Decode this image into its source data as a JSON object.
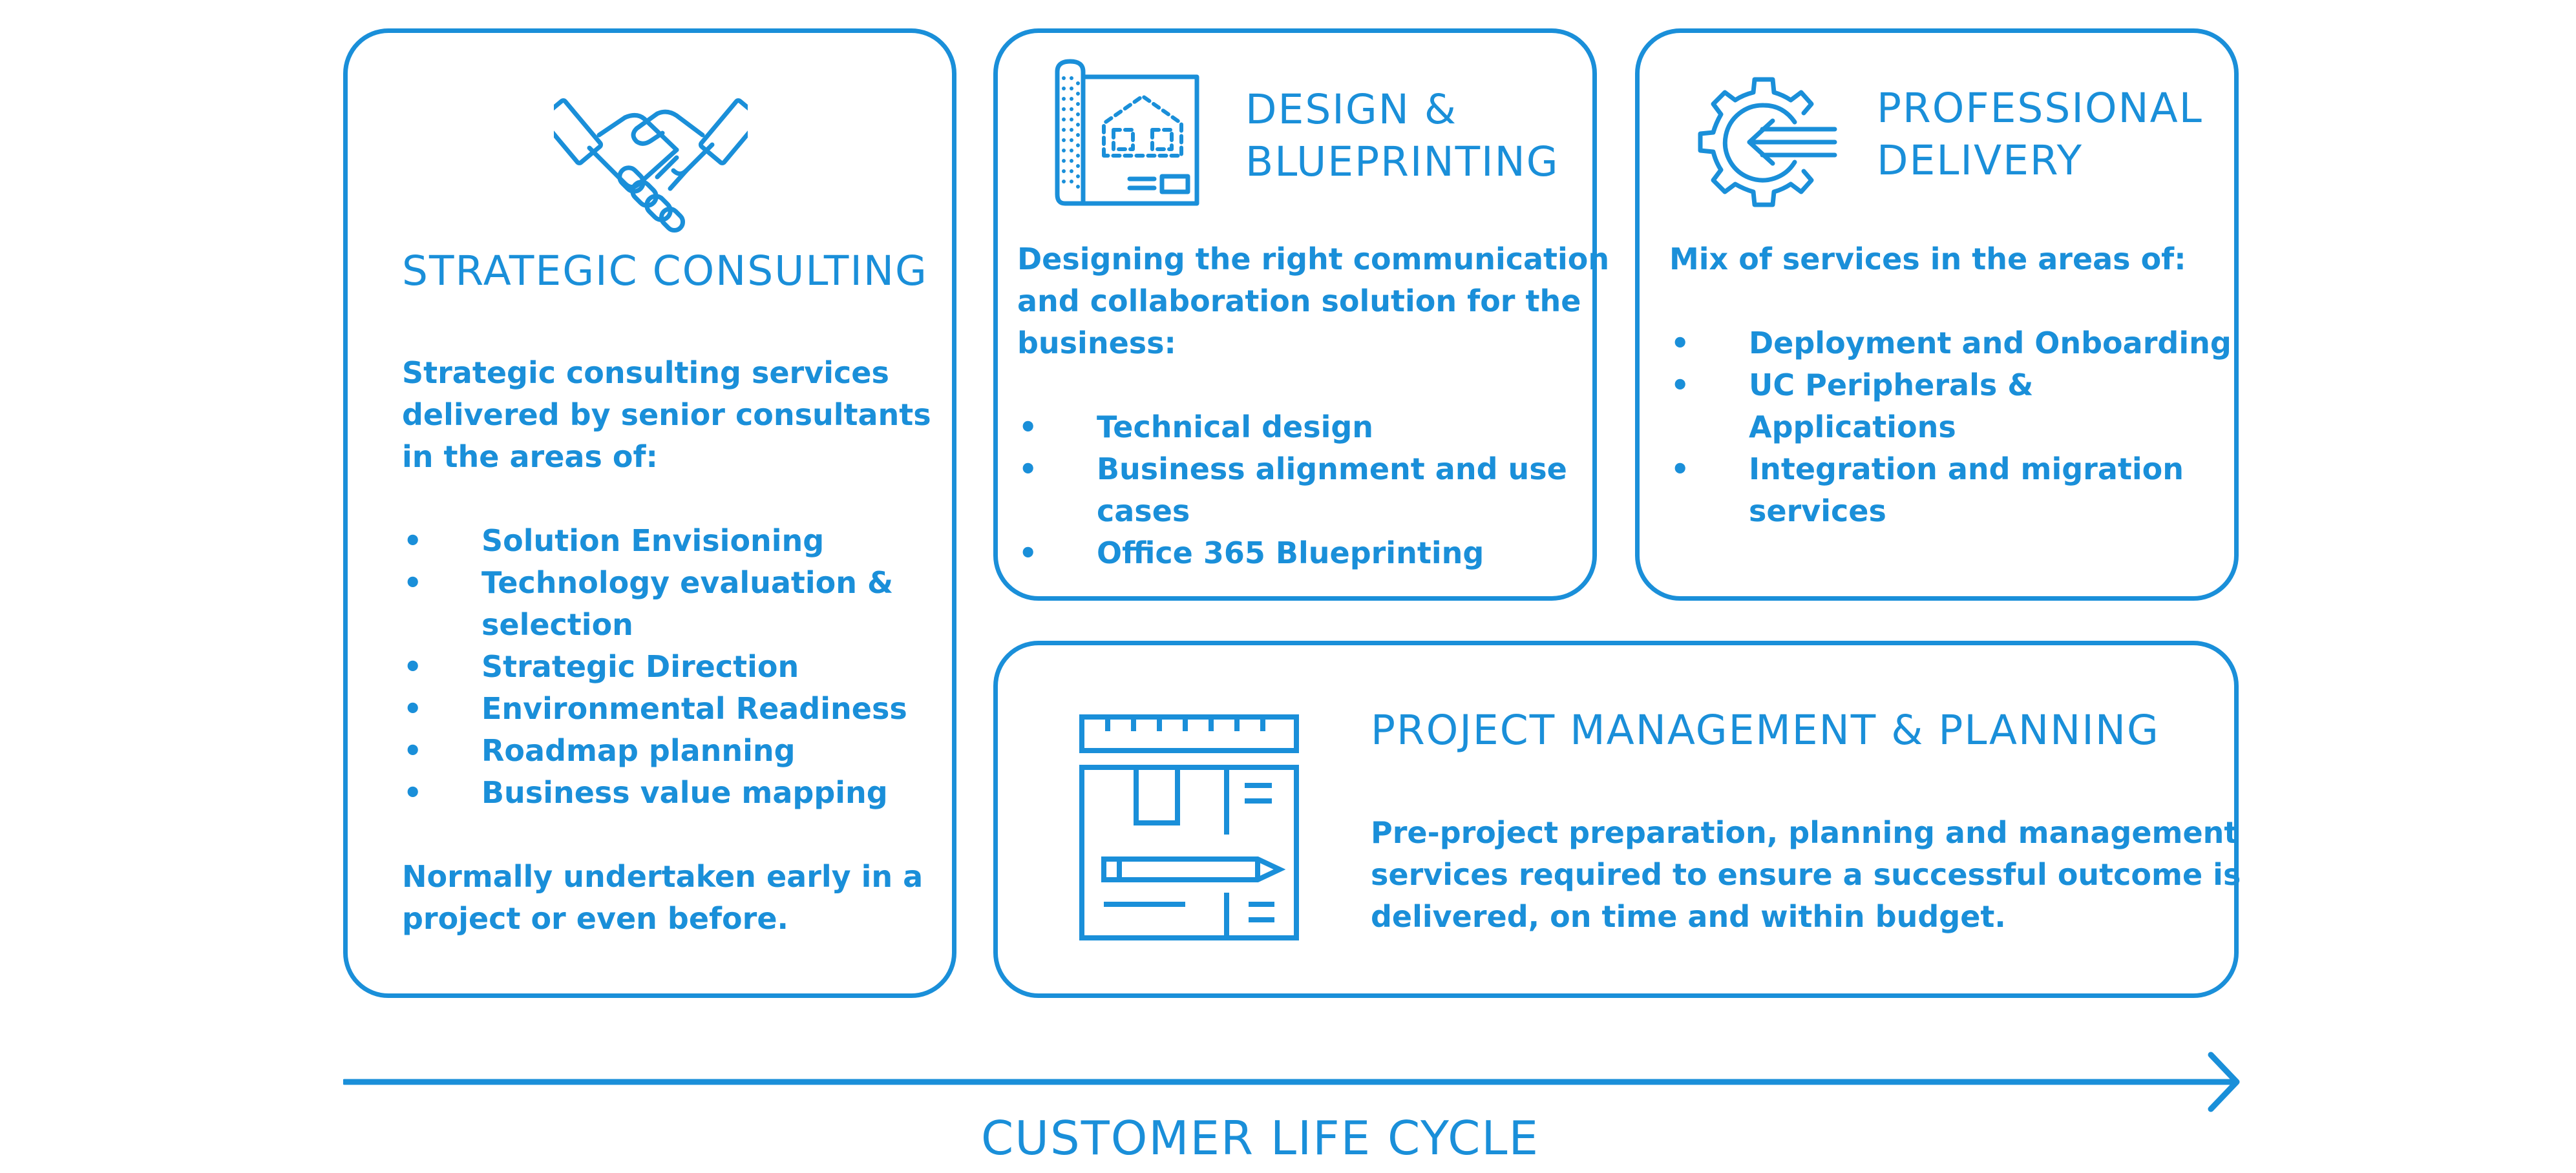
{
  "accent_color": "#1a8fd9",
  "cards": {
    "consulting": {
      "icon": "handshake-icon",
      "title": "STRATEGIC CONSULTING",
      "intro_lines": [
        "Strategic consulting services",
        "delivered by senior consultants",
        "in the areas of:"
      ],
      "bullets": [
        [
          "Solution Envisioning"
        ],
        [
          "Technology evaluation &",
          "selection"
        ],
        [
          "Strategic Direction"
        ],
        [
          "Environmental Readiness"
        ],
        [
          "Roadmap planning"
        ],
        [
          "Business value mapping"
        ]
      ],
      "outro_lines": [
        "Normally undertaken early in a",
        "project or even before."
      ]
    },
    "design": {
      "icon": "blueprint-icon",
      "title_lines": [
        "DESIGN &",
        "BLUEPRINTING"
      ],
      "intro_lines": [
        "Designing the right communication",
        "and collaboration solution for the",
        "business:"
      ],
      "bullets": [
        [
          "Technical design"
        ],
        [
          "Business alignment and use",
          "cases"
        ],
        [
          "Office 365 Blueprinting"
        ]
      ]
    },
    "delivery": {
      "icon": "gear-arrow-icon",
      "title_lines": [
        "PROFESSIONAL",
        "DELIVERY"
      ],
      "intro_lines": [
        "Mix of services in the areas of:"
      ],
      "bullets": [
        [
          "Deployment and Onboarding"
        ],
        [
          "UC Peripherals &",
          "Applications"
        ],
        [
          "Integration and migration",
          "services"
        ]
      ]
    },
    "pm": {
      "icon": "drafting-board-icon",
      "title": "PROJECT MANAGEMENT & PLANNING",
      "body_lines": [
        "Pre-project preparation, planning and management",
        "services required to ensure a successful outcome is",
        "delivered, on time and within budget."
      ]
    }
  },
  "bullet_glyph": "•",
  "lifecycle": {
    "icon": "arrow-right-icon",
    "label": "CUSTOMER LIFE CYCLE"
  }
}
